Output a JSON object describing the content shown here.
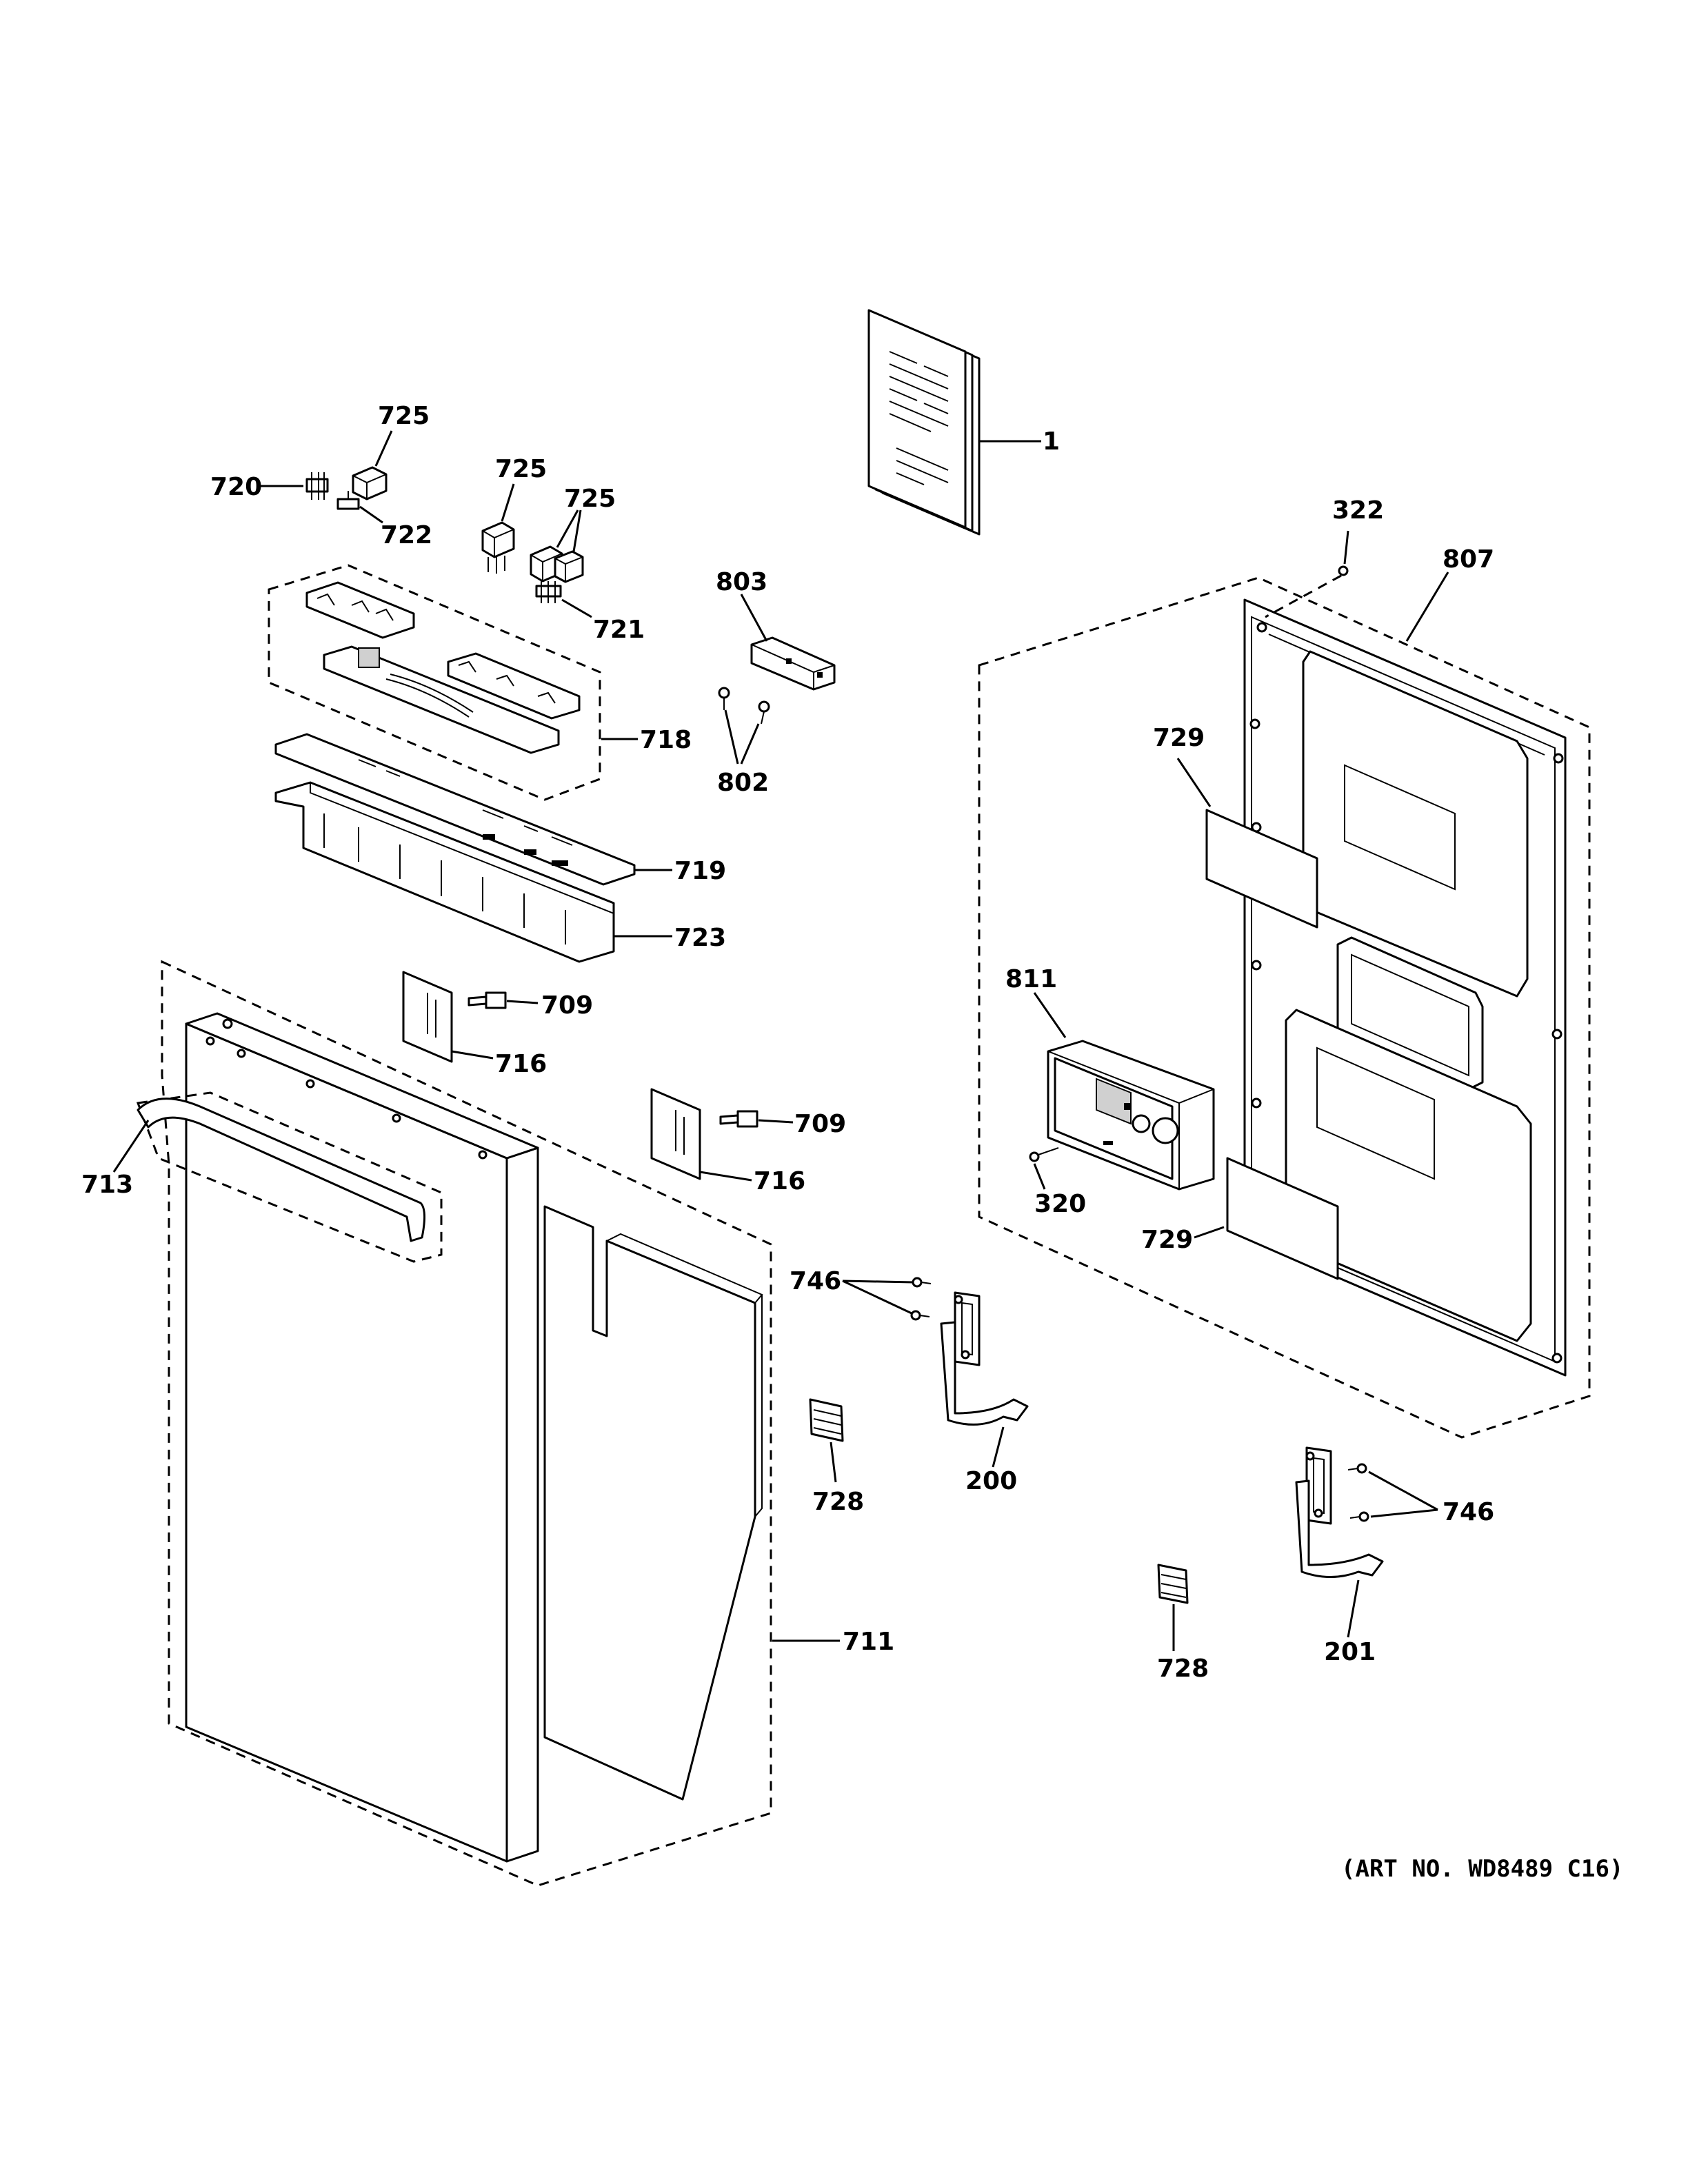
{
  "callouts": {
    "c1": "1",
    "c725a": "725",
    "c720": "720",
    "c722": "722",
    "c725b": "725",
    "c725c": "725",
    "c721": "721",
    "c803": "803",
    "c802": "802",
    "c718": "718",
    "c719": "719",
    "c723": "723",
    "c709a": "709",
    "c716a": "716",
    "c709b": "709",
    "c716b": "716",
    "c713": "713",
    "c711": "711",
    "c746a": "746",
    "c200": "200",
    "c728a": "728",
    "c322": "322",
    "c807": "807",
    "c729a": "729",
    "c811": "811",
    "c320": "320",
    "c729b": "729",
    "c746b": "746",
    "c728b": "728",
    "c201": "201"
  },
  "art_number": "(ART NO. WD8489 C16)"
}
